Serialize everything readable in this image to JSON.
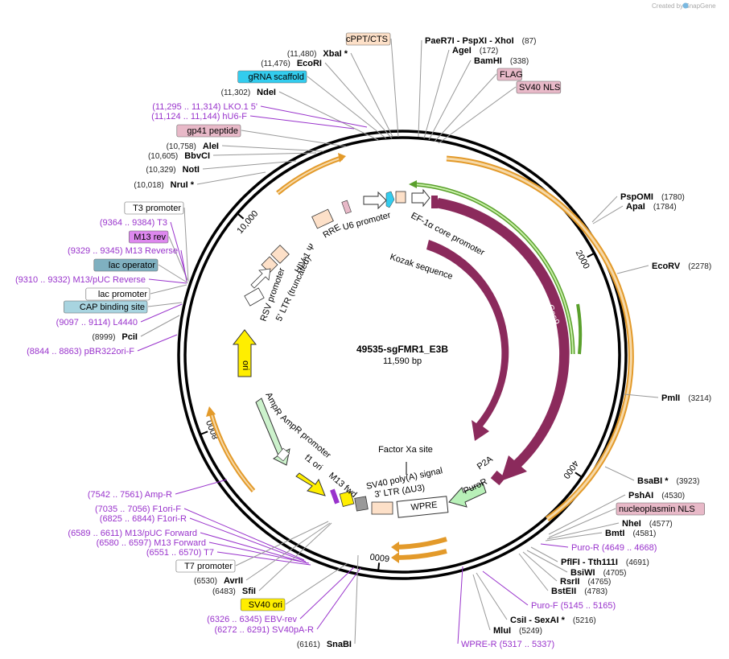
{
  "watermark": "Created by SnapGene",
  "plasmid": {
    "name": "49535-sgFMR1_E3B",
    "size": "11,590 bp",
    "total_bp": 11590,
    "ruler_ticks": [
      {
        "label": "2000",
        "bp": 2000
      },
      {
        "label": "4000",
        "bp": 4000
      },
      {
        "label": "6000",
        "bp": 6000
      },
      {
        "label": "8000",
        "bp": 8000
      },
      {
        "label": "10,000",
        "bp": 10000
      }
    ]
  },
  "colors": {
    "cas9": "#8b2a5c",
    "cas9_dark": "#7a2350",
    "orange_arrow": "#e39a2a",
    "green_arrow": "#7bc043",
    "ori": "#ffee00",
    "ampr": "#ccf2cc",
    "puror": "#b8f0b8",
    "peach": "#fde0c8",
    "gRNA": "#33ccee",
    "purple_primer": "#9933cc",
    "site_tag_pink": "#e8b9c8",
    "site_tag_blue": "#a8d4e0",
    "lac_op": "#7fb0c0",
    "sv40ori": "#ffee00",
    "m13rev": "#dd88ee"
  },
  "labels_right": [
    {
      "name": "PaeR7I",
      "sep": " - ",
      "name2": "PspXI",
      "name3": "XhoI",
      "pos": "(87)"
    },
    {
      "name": "AgeI",
      "pos": "(172)"
    },
    {
      "name": "BamHI",
      "pos": "(338)"
    },
    {
      "tag": "FLAG"
    },
    {
      "tag": "SV40 NLS"
    },
    {
      "name": "PspOMI",
      "pos": "(1780)"
    },
    {
      "name": "ApaI",
      "pos": "(1784)"
    },
    {
      "name": "EcoRV",
      "pos": "(2278)"
    },
    {
      "name": "PmlI",
      "pos": "(3214)"
    },
    {
      "name": "BsaBI *",
      "pos": "(3923)"
    },
    {
      "name": "PshAI",
      "pos": "(4530)"
    },
    {
      "tag": "nucleoplasmin NLS"
    },
    {
      "name": "NheI",
      "pos": "(4577)"
    },
    {
      "name": "BmtI",
      "pos": "(4581)"
    },
    {
      "primer": "Puro-R",
      "pos": "(4649 .. 4668)"
    },
    {
      "name": "PflFI",
      "sep": " - ",
      "name2": "Tth111I",
      "pos": "(4691)"
    },
    {
      "name": "BsiWI",
      "pos": "(4705)"
    },
    {
      "name": "RsrII",
      "pos": "(4765)"
    },
    {
      "name": "BstEII",
      "pos": "(4783)"
    },
    {
      "primer": "Puro-F",
      "pos": "(5145 .. 5165)"
    },
    {
      "name": "CsiI",
      "sep": " - ",
      "name2": "SexAI *",
      "pos": "(5216)"
    },
    {
      "name": "MluI",
      "pos": "(5249)"
    },
    {
      "primer": "WPRE-R",
      "pos": "(5317 .. 5337)"
    }
  ],
  "labels_left": [
    {
      "tag": "cPPT/CTS"
    },
    {
      "name": "XbaI *",
      "pos": "(11,480)"
    },
    {
      "name": "EcoRI",
      "pos": "(11,476)"
    },
    {
      "tag": "gRNA scaffold"
    },
    {
      "name": "NdeI",
      "pos": "(11,302)"
    },
    {
      "primer": "LKO.1 5'",
      "pos": "(11,295 .. 11,314)"
    },
    {
      "primer": "hU6-F",
      "pos": "(11,124 .. 11,144)"
    },
    {
      "tag": "gp41 peptide"
    },
    {
      "name": "AleI",
      "pos": "(10,758)"
    },
    {
      "name": "BbvCI",
      "pos": "(10,605)"
    },
    {
      "name": "NotI",
      "pos": "(10,329)"
    },
    {
      "name": "NruI *",
      "pos": "(10,018)"
    },
    {
      "tag": "T3 promoter"
    },
    {
      "primer": "T3",
      "pos": "(9364 .. 9384)"
    },
    {
      "tag": "M13 rev"
    },
    {
      "primer": "M13 Reverse",
      "pos": "(9329 .. 9345)"
    },
    {
      "tag": "lac operator"
    },
    {
      "primer": "M13/pUC Reverse",
      "pos": "(9310 .. 9332)"
    },
    {
      "tag": "lac promoter"
    },
    {
      "tag": "CAP binding site"
    },
    {
      "primer": "L4440",
      "pos": "(9097 .. 9114)"
    },
    {
      "name": "PciI",
      "pos": "(8999)"
    },
    {
      "primer": "pBR322ori-F",
      "pos": "(8844 .. 8863)"
    },
    {
      "primer": "Amp-R",
      "pos": "(7542 .. 7561)"
    },
    {
      "primer": "F1ori-F",
      "pos": "(7035 .. 7056)"
    },
    {
      "primer": "F1ori-R",
      "pos": "(6825 .. 6844)"
    },
    {
      "primer": "M13/pUC Forward",
      "pos": "(6589 .. 6611)"
    },
    {
      "primer": "M13 Forward",
      "pos": "(6580 .. 6597)"
    },
    {
      "primer": "T7",
      "pos": "(6551 .. 6570)"
    },
    {
      "tag": "T7 promoter"
    },
    {
      "name": "AvrII",
      "pos": "(6530)"
    },
    {
      "name": "SfiI",
      "pos": "(6483)"
    },
    {
      "tag": "SV40 ori"
    },
    {
      "primer": "EBV-rev",
      "pos": "(6326 .. 6345)"
    },
    {
      "primer": "SV40pA-R",
      "pos": "(6272 .. 6291)"
    },
    {
      "name": "SnaBI",
      "pos": "(6161)"
    }
  ],
  "inner_features": {
    "u6_promoter": "U6 promoter",
    "ef1a": "EF-1α core promoter",
    "kozak": "Kozak sequence",
    "cas9": "Cas9",
    "rre": "RRE",
    "hiv1": "HIV-1 Ψ",
    "ltr5": "5' LTR (truncated)",
    "rsv": "RSV promoter",
    "ori": "ori",
    "ampr": "AmpR",
    "ampr_promoter": "AmpR promoter",
    "f1ori": "f1 ori",
    "m13fwd": "M13 fwd",
    "sv40pa": "SV40 poly(A) signal",
    "ltr3": "3' LTR (ΔU3)",
    "wpre": "WPRE",
    "puror": "PuroR",
    "p2a": "P2A",
    "factor_xa": "Factor Xa site"
  }
}
